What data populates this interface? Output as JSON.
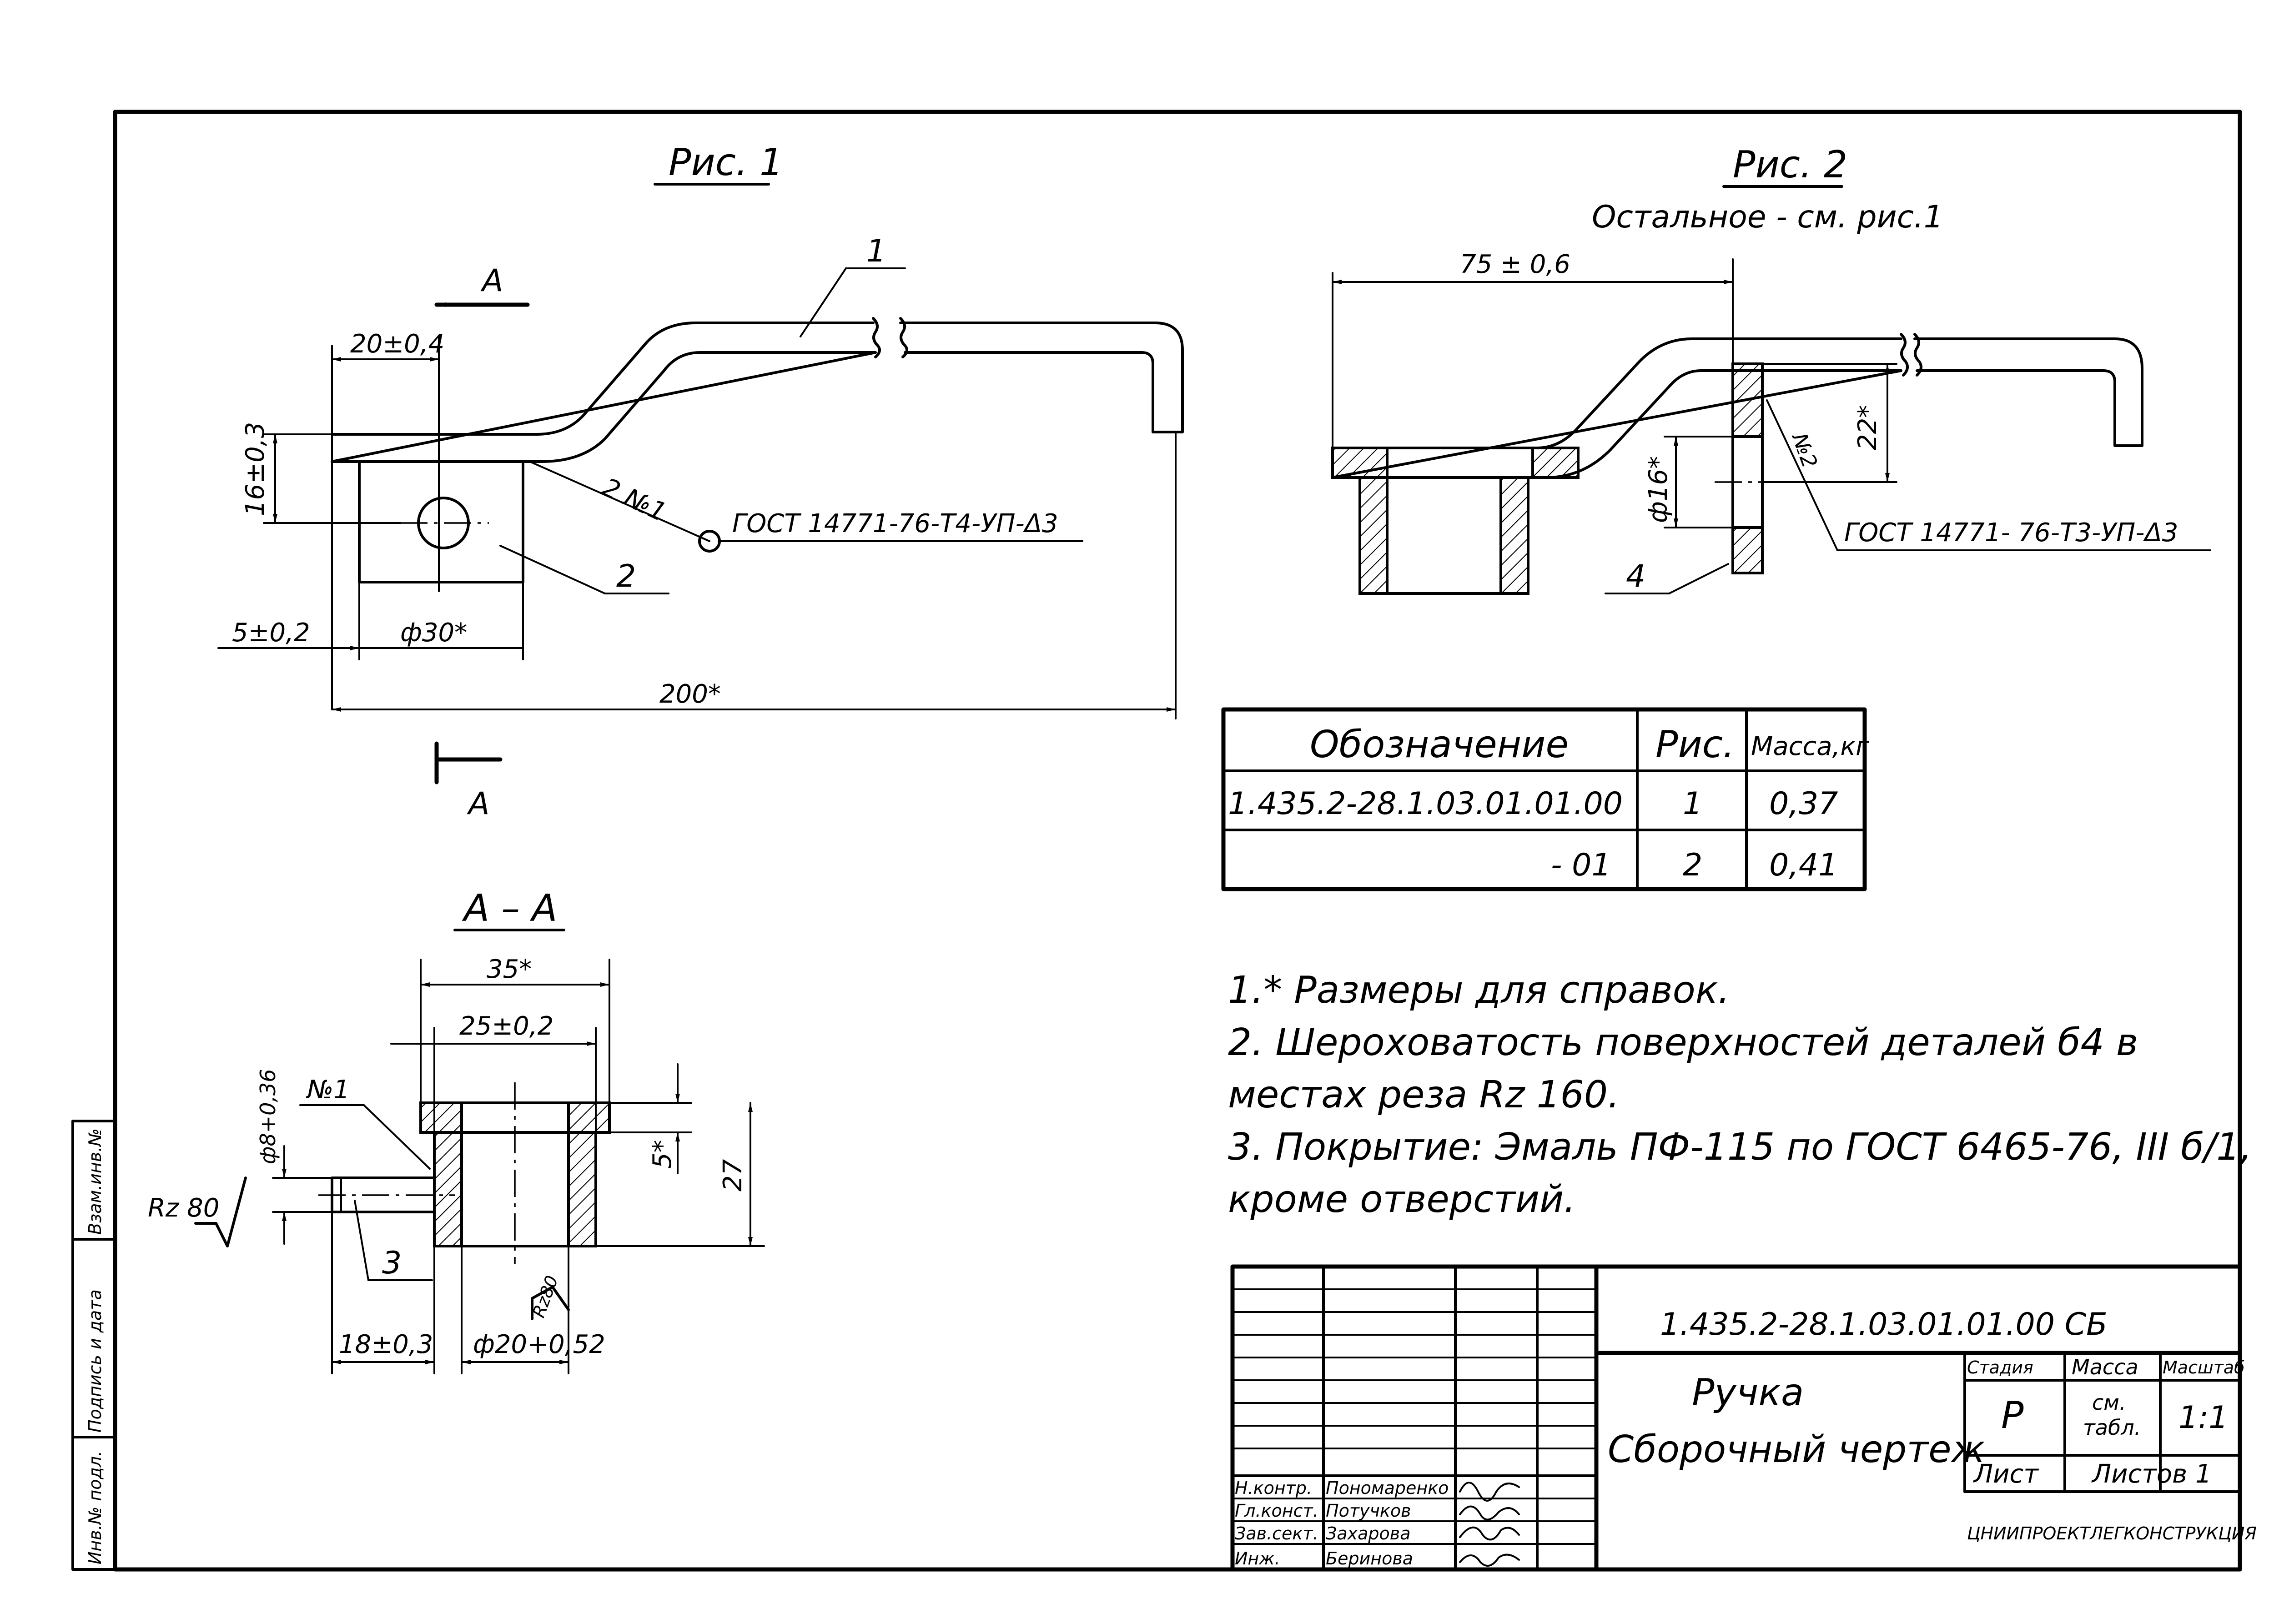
{
  "fig1": {
    "title": "Рис. 1",
    "section_mark": "А",
    "dim_20": "20±0,4",
    "dim_16": "16±0,3",
    "dim_5": "5±0,2",
    "dim_d30": "ф30*",
    "dim_200": "200*",
    "weld_label": "2 №1",
    "gost": "ГОСТ 14771-76-Т4-УП-Δ3",
    "pos_1": "1",
    "pos_2": "2"
  },
  "fig2": {
    "title": "Рис. 2",
    "subtitle": "Остальное - см. рис.1",
    "dim_75": "75 ± 0,6",
    "dim_22": "22*",
    "dim_d16": "ф16*",
    "weld_label": "№2",
    "gost": "ГОСТ 14771- 76-Т3-УП-Δ3",
    "pos_4": "4"
  },
  "section": {
    "title": "А – А",
    "dim_35": "35*",
    "dim_25": "25±0,2",
    "dim_5": "5*",
    "dim_27": "27",
    "dim_d8": "ф8+0,36",
    "weld_label": "№1",
    "rz80": "Rz 80",
    "pos_3": "3",
    "dim_18": "18±0,3",
    "dim_d20": "ф20+0,52",
    "rz80_small": "Rz80"
  },
  "variants_table": {
    "headers": [
      "Обозначение",
      "Рис.",
      "Масса,кг"
    ],
    "rows": [
      [
        "1.435.2-28.1.03.01.01.00",
        "1",
        "0,37"
      ],
      [
        "- 01",
        "2",
        "0,41"
      ]
    ]
  },
  "notes": [
    "1.* Размеры для справок.",
    "2. Шероховатость поверхностей деталей б4 в",
    "местах реза Rz 160.",
    "3. Покрытие: Эмаль ПФ-115 по ГОСТ 6465-76, III б/1,",
    "кроме отверстий."
  ],
  "title_block": {
    "designation": "1.435.2-28.1.03.01.01.00 СБ",
    "name_line1": "Ручка",
    "name_line2": "Сборочный чертеж",
    "col_stage": "Стадия",
    "col_mass": "Масса",
    "col_scale": "Масштаб",
    "stage": "Р",
    "mass_line1": "см.",
    "mass_line2": "табл.",
    "scale": "1:1",
    "sheet_label": "Лист",
    "sheets_label": "Листов 1",
    "organization": "ЦНИИПРОЕКТЛЕГКОНСТРУКЦИЯ",
    "roles": [
      "Н.контр.",
      "Гл.конст.",
      "Зав.сект.",
      "Инж."
    ],
    "names": [
      "Пономаренко",
      "Потучков",
      "Захарова",
      "Беринова"
    ]
  },
  "side_stamp": [
    "Инв.№ подл.",
    "Подпись и дата",
    "Взам.инв.№"
  ]
}
